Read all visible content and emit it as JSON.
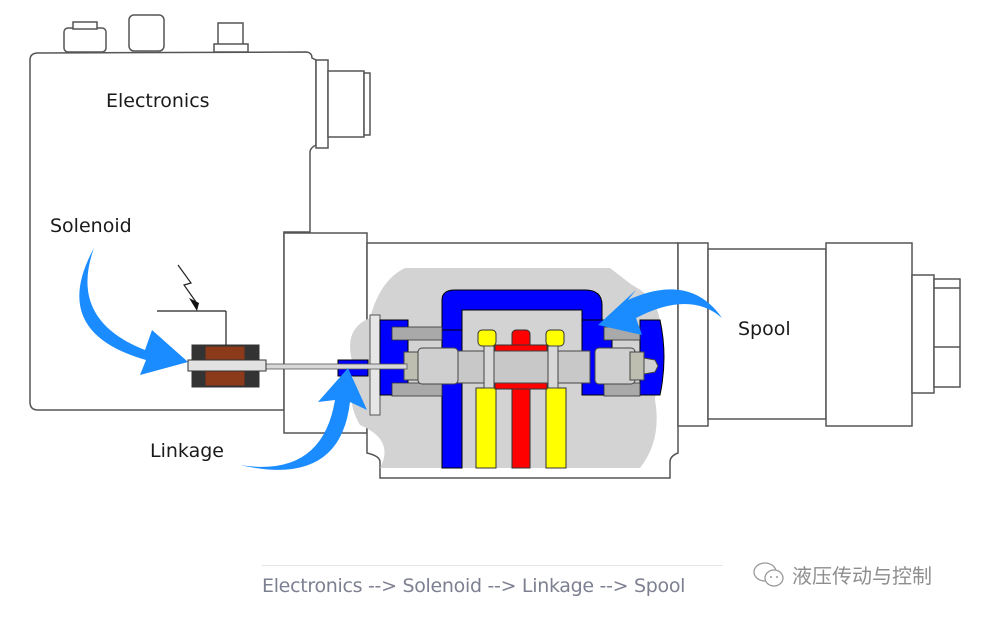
{
  "labels": {
    "electronics": "Electronics",
    "solenoid": "Solenoid",
    "linkage": "Linkage",
    "spool": "Spool"
  },
  "caption": "Electronics --> Solenoid --> Linkage --> Spool",
  "watermark": {
    "icon": "wechat-icon",
    "text": "液压传动与控制"
  },
  "colors": {
    "arrow": "#1a8cff",
    "pressure": "#ff0000",
    "tank": "#0000ff",
    "work_port": "#ffff00",
    "body_fill": "#d3d3d3",
    "coil": "#8b3a1a",
    "outline": "#555555"
  }
}
